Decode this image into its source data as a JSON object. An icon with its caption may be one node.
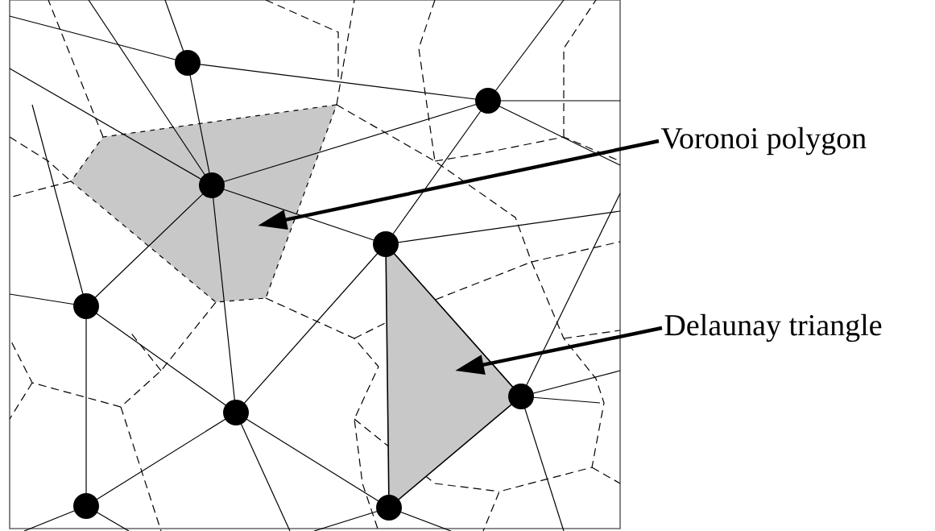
{
  "diagram": {
    "nodes": [
      {
        "text": [
          "Voronoi polygon"
        ]
      },
      {
        "text": [],
        "shape": "polygon"
      },
      {
        "text": [
          "Delaunay triangle"
        ]
      },
      {
        "text": [],
        "shape": "triangle"
      }
    ],
    "edges": [
      {
        "from": 0,
        "to": 1,
        "arrow": "to"
      },
      {
        "from": 2,
        "to": 3,
        "arrow": "to"
      }
    ]
  }
}
